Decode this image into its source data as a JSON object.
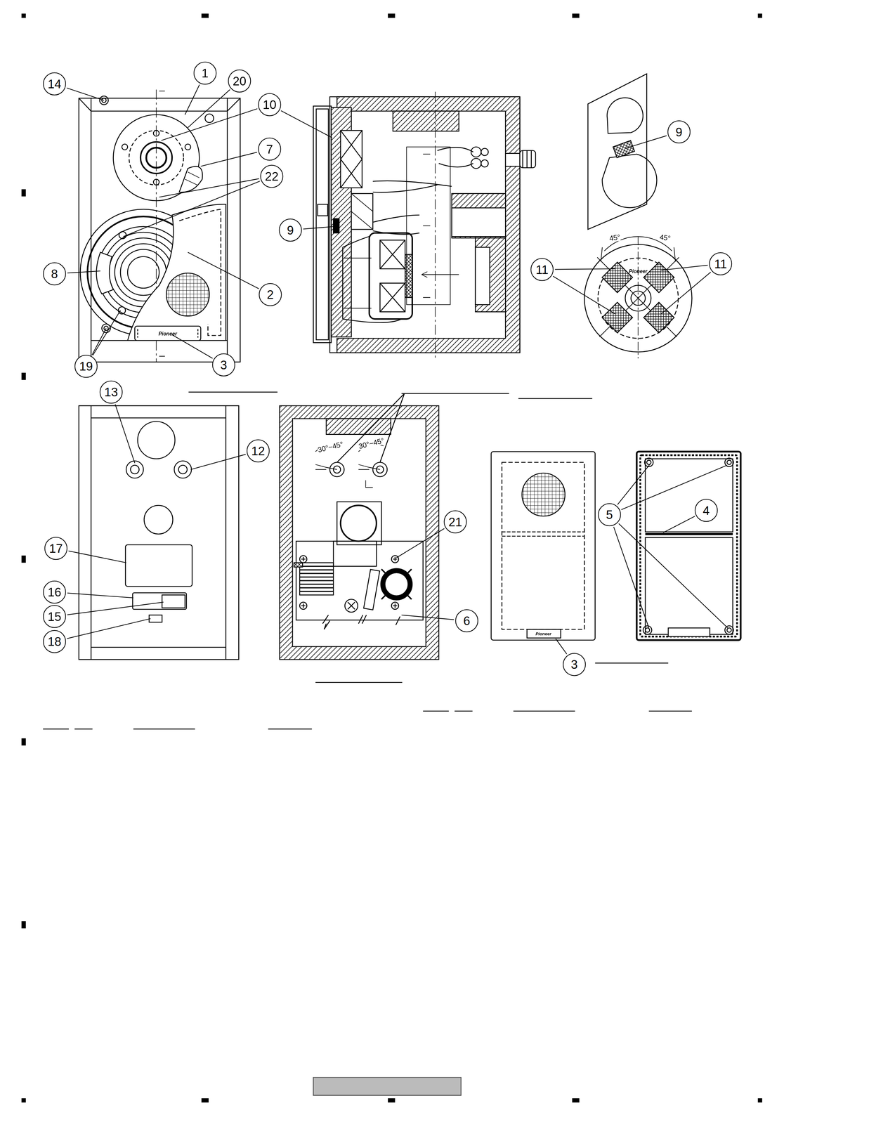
{
  "diagram": {
    "nodes": [
      {
        "text": [
          "14"
        ]
      },
      {
        "text": [
          "1"
        ]
      },
      {
        "text": [
          "20"
        ]
      },
      {
        "text": [
          "10"
        ]
      },
      {
        "text": [
          "7"
        ]
      },
      {
        "text": [
          "22"
        ]
      },
      {
        "text": [
          "9"
        ]
      },
      {
        "text": [
          "9"
        ]
      },
      {
        "text": [
          "11"
        ]
      },
      {
        "text": [
          "11"
        ]
      },
      {
        "text": [
          "8"
        ]
      },
      {
        "text": [
          "2"
        ]
      },
      {
        "text": [
          "19"
        ]
      },
      {
        "text": [
          "3"
        ]
      },
      {
        "text": [
          "13"
        ]
      },
      {
        "text": [
          "12"
        ]
      },
      {
        "text": [
          "4"
        ]
      },
      {
        "text": [
          "21"
        ]
      },
      {
        "text": [
          "5"
        ]
      },
      {
        "text": [
          "17"
        ]
      },
      {
        "text": [
          "16"
        ]
      },
      {
        "text": [
          "15"
        ]
      },
      {
        "text": [
          "6"
        ]
      },
      {
        "text": [
          "18"
        ]
      },
      {
        "text": [
          "3"
        ]
      }
    ],
    "labels": [
      "Pioneer",
      "45°",
      "45°",
      "Pioneer",
      "30°~45°",
      "30°~45°",
      "Pioneer"
    ]
  }
}
